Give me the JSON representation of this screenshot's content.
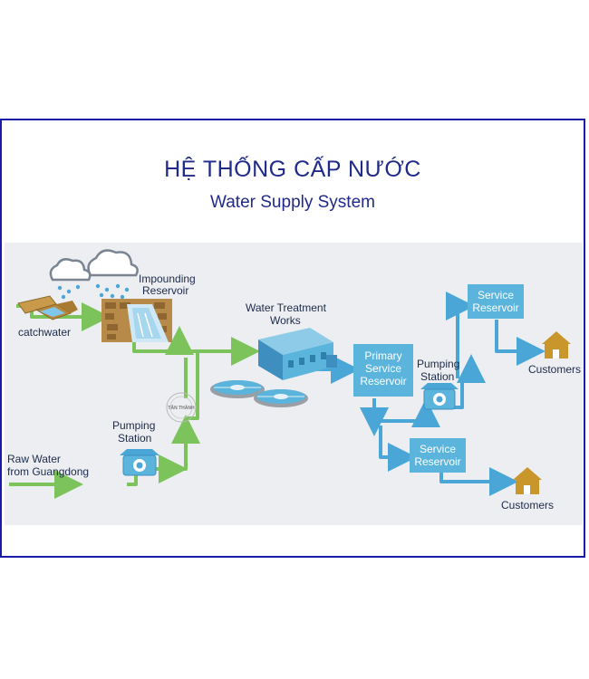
{
  "title": "HỆ THỐNG CẤP NƯỚC",
  "subtitle": "Water Supply System",
  "labels": {
    "catchwater": "catchwater",
    "impounding_l1": "Impounding",
    "impounding_l2": "Reservoir",
    "treatment_l1": "Water Treatment",
    "treatment_l2": "Works",
    "pump1_l1": "Pumping",
    "pump1_l2": "Station",
    "raw_l1": "Raw Water",
    "raw_l2": "from Guangdong",
    "primary_l1": "Primary",
    "primary_l2": "Service",
    "primary_l3": "Reservoir",
    "pump2_l1": "Pumping",
    "pump2_l2": "Station",
    "service_top_l1": "Service",
    "service_top_l2": "Reservoir",
    "service_bottom_l1": "Service",
    "service_bottom_l2": "Reservoir",
    "customers_top": "Customers",
    "customers_bottom": "Customers",
    "watermark": "TÂN THÀNH"
  },
  "colors": {
    "raw_water_pipe": "#7dc35b",
    "treated_water_pipe": "#4aa6d6",
    "box_fill": "#5ab4dc",
    "title": "#1f2a8a",
    "border": "#1a1aa8",
    "house": "#c9962c"
  }
}
